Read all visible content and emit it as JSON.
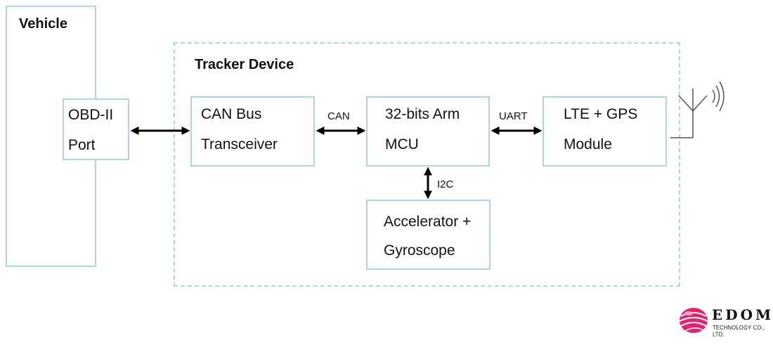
{
  "vehicle": {
    "title": "Vehicle"
  },
  "tracker": {
    "title": "Tracker Device"
  },
  "blocks": {
    "obd": {
      "line1": "OBD-II",
      "line2": "Port"
    },
    "can_transceiver": {
      "line1": "CAN Bus",
      "line2": "Transceiver"
    },
    "mcu": {
      "line1": "32-bits Arm",
      "line2": "MCU"
    },
    "lte_gps": {
      "line1": "LTE + GPS",
      "line2": "Module"
    },
    "accel_gyro": {
      "line1": "Accelerator +",
      "line2": "Gyroscope"
    }
  },
  "connections": {
    "can": "CAN",
    "uart": "UART",
    "i2c": "I2C"
  },
  "logo": {
    "brand": "EDOM",
    "sub": "TECHNOLOGY CO., LTD."
  },
  "colors": {
    "box_border": "#a9d9df",
    "dashed_border": "#a9d9df",
    "arrow": "#000000",
    "logo_pink": "#e0246f"
  }
}
